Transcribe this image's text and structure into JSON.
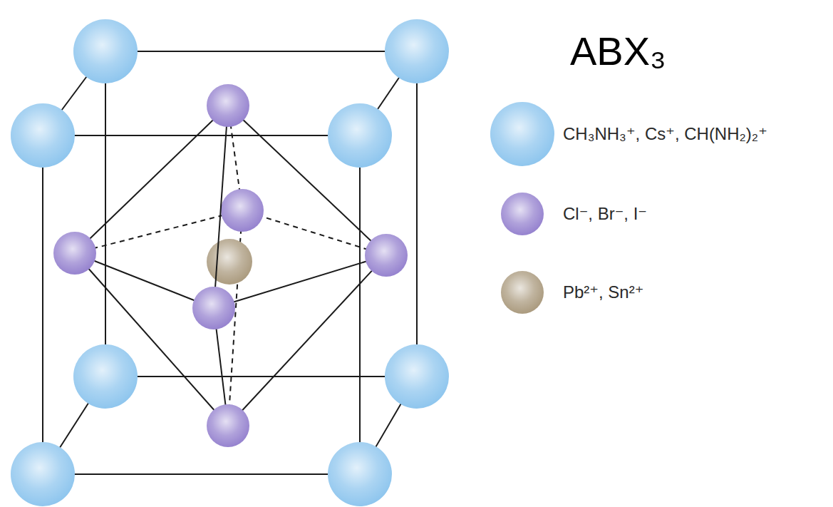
{
  "diagram": {
    "title": "ABX₃",
    "legend": [
      {
        "text": "CH₃NH₃⁺, Cs⁺, CH(NH₂)₂⁺",
        "color": "#8fc6ee"
      },
      {
        "text": "Cl⁻, Br⁻, I⁻",
        "color": "#9683cf"
      },
      {
        "text": "Pb²⁺, Sn²⁺",
        "color": "#ab9b7f"
      }
    ]
  }
}
